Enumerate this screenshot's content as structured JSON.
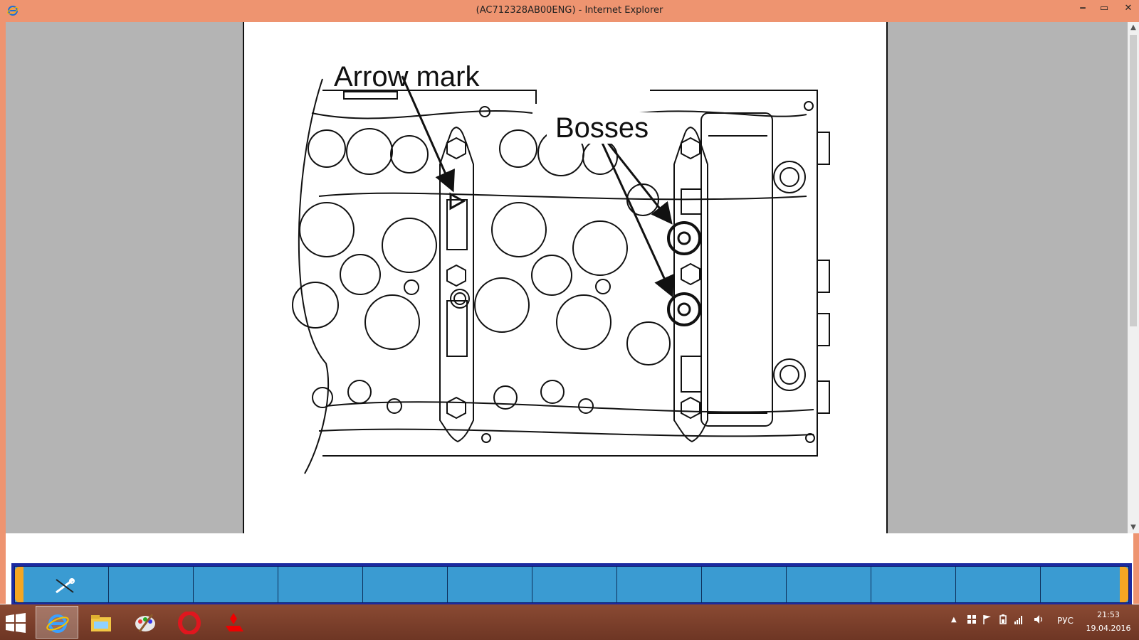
{
  "window": {
    "title": "(AC712328AB00ENG) - Internet Explorer",
    "minimize_label": "‒",
    "maximize_label": "▭",
    "close_label": "✕"
  },
  "document": {
    "callouts": {
      "arrow_mark": "Arrow mark",
      "bosses": "Bosses"
    }
  },
  "scrollbar": {
    "up_label": "▲",
    "down_label": "▼"
  },
  "toolbar": {
    "button_count": 13,
    "first_button_icon": "tools-icon",
    "colors": {
      "frame": "#1b2aa0",
      "button": "#3a9bd2",
      "cap": "#f5a623"
    }
  },
  "taskbar": {
    "apps": [
      "internet-explorer-icon",
      "file-explorer-icon",
      "paint-icon",
      "opera-icon",
      "mitsubishi-icon"
    ],
    "tray_arrow": "▲",
    "language": "РУС",
    "time": "21:53",
    "date": "19.04.2016",
    "colors": {
      "background": "#7a3e2a",
      "titlebar": "#ee9470"
    }
  }
}
